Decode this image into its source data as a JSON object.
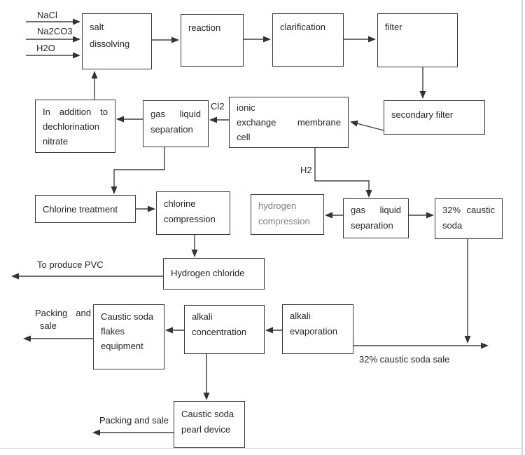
{
  "inputs": {
    "nacl": "NaCl",
    "na2co3": "Na2CO3",
    "h2o": "H2O"
  },
  "nodes": {
    "salt_dissolving": {
      "l1": "salt",
      "l2": "dissolving"
    },
    "reaction": {
      "l1": "reaction"
    },
    "clarification": {
      "l1": "clarification"
    },
    "filter": {
      "l1": "filter"
    },
    "secondary_filter": {
      "l1": "secondary filter"
    },
    "ionic_cell": {
      "l1": "ionic",
      "l2": "exchange membrane",
      "l3": "cell"
    },
    "gas_liquid_1": {
      "l1": "gas liquid",
      "l2": "separation"
    },
    "in_addition": {
      "l1": "In addition to",
      "l2": "dechlorination",
      "l3": "nitrate"
    },
    "chlorine_treatment": {
      "l1": "Chlorine treatment"
    },
    "chlorine_compression": {
      "l1": "chlorine",
      "l2": "compression"
    },
    "hydrogen_compression": {
      "l1": "hydrogen",
      "l2": "compression"
    },
    "gas_liquid_2": {
      "l1": "gas liquid",
      "l2": "separation"
    },
    "caustic_32": {
      "l1": "32% caustic",
      "l2": "soda"
    },
    "hydrogen_chloride": {
      "l1": "Hydrogen chloride"
    },
    "flakes": {
      "l1": "Caustic soda",
      "l2": "flakes",
      "l3": "equipment"
    },
    "alkali_concentration": {
      "l1": "alkali",
      "l2": "concentration"
    },
    "alkali_evaporation": {
      "l1": "alkali",
      "l2": "evaporation"
    },
    "pearl_device": {
      "l1": "Caustic soda",
      "l2": "pearl device"
    }
  },
  "stream_labels": {
    "cl2": "Cl2",
    "h2": "H2"
  },
  "outputs": {
    "to_produce_pvc": "To produce PVC",
    "packing_and_sale_top_l1": "Packing and",
    "packing_and_sale_top_l2": "sale",
    "caustic_soda_sale": "32% caustic soda sale",
    "packing_and_sale_bottom": "Packing and sale"
  },
  "edges": [
    {
      "from": "NaCl",
      "to": "salt dissolving"
    },
    {
      "from": "Na2CO3",
      "to": "salt dissolving"
    },
    {
      "from": "H2O",
      "to": "salt dissolving"
    },
    {
      "from": "salt dissolving",
      "to": "reaction"
    },
    {
      "from": "reaction",
      "to": "clarification"
    },
    {
      "from": "clarification",
      "to": "filter"
    },
    {
      "from": "filter",
      "to": "secondary filter"
    },
    {
      "from": "secondary filter",
      "to": "ionic exchange membrane cell"
    },
    {
      "from": "ionic exchange membrane cell",
      "to": "gas liquid separation",
      "label": "Cl2"
    },
    {
      "from": "gas liquid separation",
      "to": "In addition to dechlorination nitrate"
    },
    {
      "from": "In addition to dechlorination nitrate",
      "to": "salt dissolving"
    },
    {
      "from": "gas liquid separation",
      "to": "Chlorine treatment"
    },
    {
      "from": "Chlorine treatment",
      "to": "chlorine compression"
    },
    {
      "from": "chlorine compression",
      "to": "Hydrogen chloride"
    },
    {
      "from": "Hydrogen chloride",
      "to": "To produce PVC"
    },
    {
      "from": "ionic exchange membrane cell",
      "to": "gas liquid separation (hydrogen side)",
      "label": "H2"
    },
    {
      "from": "gas liquid separation (hydrogen side)",
      "to": "hydrogen compression"
    },
    {
      "from": "gas liquid separation (hydrogen side)",
      "to": "32% caustic soda"
    },
    {
      "from": "32% caustic soda",
      "to": "32% caustic soda sale"
    },
    {
      "from": "32% caustic soda",
      "to": "alkali evaporation"
    },
    {
      "from": "alkali evaporation",
      "to": "alkali concentration"
    },
    {
      "from": "alkali concentration",
      "to": "Caustic soda flakes equipment"
    },
    {
      "from": "Caustic soda flakes equipment",
      "to": "Packing and sale"
    },
    {
      "from": "alkali concentration",
      "to": "Caustic soda pearl device"
    },
    {
      "from": "Caustic soda pearl device",
      "to": "Packing and sale"
    }
  ],
  "colors": {
    "line": "#404040",
    "box_border": "#3a3a3a",
    "text": "#262626",
    "muted_text": "#7f7f7f",
    "frame": "#d4d4d4"
  }
}
